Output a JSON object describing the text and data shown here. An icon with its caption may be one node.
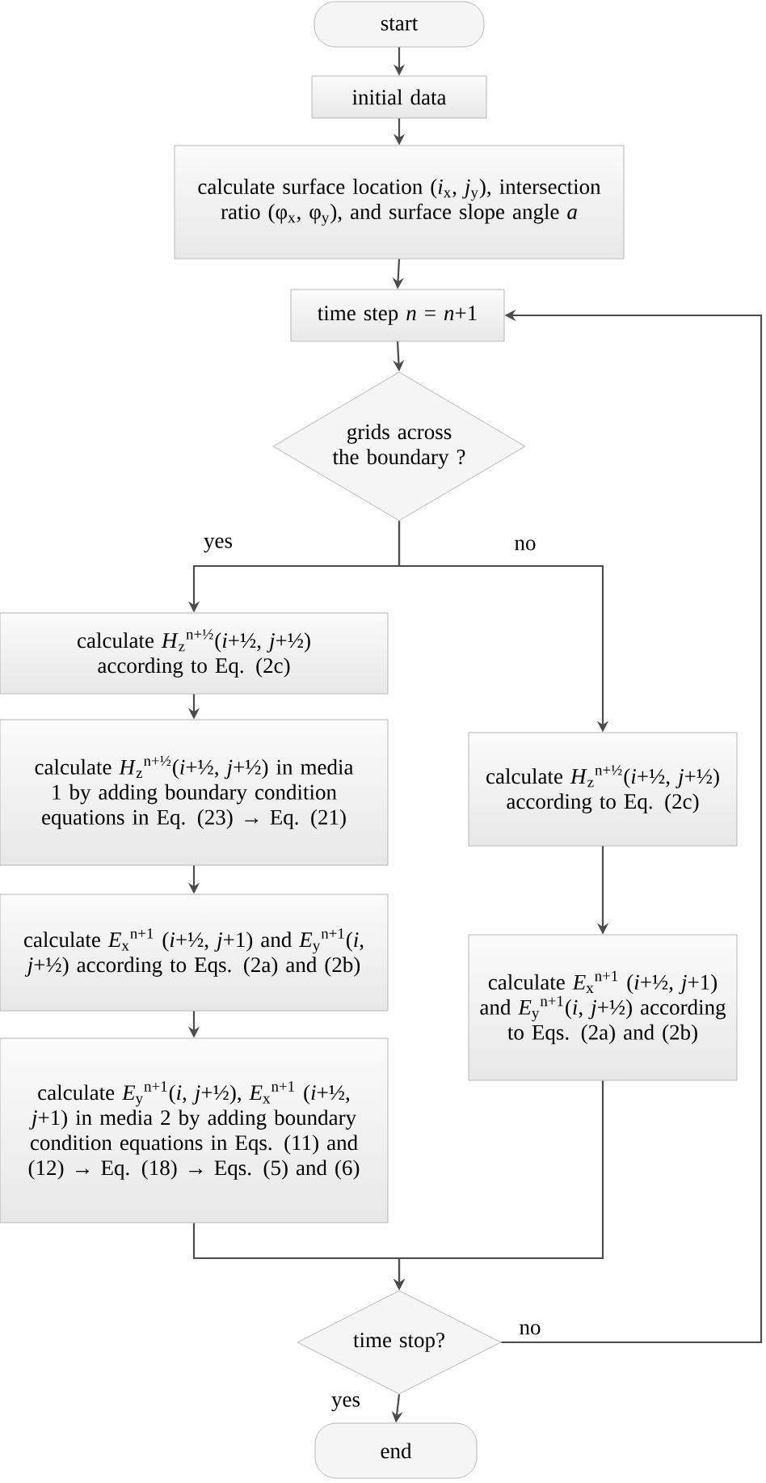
{
  "diagram": {
    "nodes": [
      {
        "text": [
          "start"
        ]
      },
      {
        "text": [
          "initial data"
        ]
      },
      {
        "text": [
          "calculate surface location (*i*$_{x}$, *j*$_{y}$), intersection ratio (φ$_{x}$, φ$_{y}$), and surface slope angle *a*"
        ]
      },
      {
        "text": [
          "time step *n* = *n*+1"
        ]
      },
      {
        "text": [
          "grids across the boundary ?"
        ]
      },
      {
        "text": [
          "calculate *H*$_{z}$$^{n+½}$(*i*+½, *j*+½) according to Eq. (2c)"
        ]
      },
      {
        "text": [
          "calculate *H*$_{z}$$^{n+½}$(*i*+½, *j*+½) in media 1 by adding boundary condition equations in Eq. (23) → Eq. (21)"
        ]
      },
      {
        "text": [
          "calculate *E*$_{x}$$^{n+1}$ (*i*+½, *j*+1) and *E*$_{y}$$^{n+1}$(*i*, *j*+½) according to Eqs. (2a) and (2b)"
        ]
      },
      {
        "text": [
          "calculate *E*$_{y}$$^{n+1}$(*i*, *j*+½), *E*$_{x}$$^{n+1}$ (*i*+½, *j*+1) in media 2 by adding boundary condition equations in Eqs. (11) and (12) → Eq. (18) → Eqs. (5) and (6)"
        ]
      },
      {
        "text": [
          "calculate *H*$_{z}$$^{n+½}$(*i*+½, *j*+½) according to Eq. (2c)"
        ]
      },
      {
        "text": [
          "calculate *E*$_{x}$$^{n+1}$ (*i*+½, *j*+1) and *E*$_{y}$$^{n+1}$(*i*, *j*+½) according to Eqs. (2a) and (2b)"
        ]
      },
      {
        "text": [
          "time stop?"
        ]
      },
      {
        "text": [
          "end"
        ]
      }
    ],
    "edges": [
      {
        "from": 0,
        "to": 1,
        "arrow": "to"
      },
      {
        "from": 1,
        "to": 2,
        "arrow": "to"
      },
      {
        "from": 2,
        "to": 3,
        "arrow": "to"
      },
      {
        "from": 3,
        "to": 4,
        "arrow": "to"
      },
      {
        "from": 4,
        "to": 5,
        "arrow": "to",
        "label": "yes"
      },
      {
        "from": 4,
        "to": 9,
        "arrow": "to",
        "label": "no"
      },
      {
        "from": 5,
        "to": 6,
        "arrow": "to"
      },
      {
        "from": 6,
        "to": 7,
        "arrow": "to"
      },
      {
        "from": 7,
        "to": 8,
        "arrow": "to"
      },
      {
        "from": 9,
        "to": 10,
        "arrow": "to"
      },
      {
        "from": 8,
        "to": 11,
        "arrow": "to"
      },
      {
        "from": 10,
        "to": 11,
        "arrow": "to"
      },
      {
        "from": 11,
        "to": 3,
        "arrow": "to",
        "label": "no"
      },
      {
        "from": 11,
        "to": 12,
        "arrow": "to",
        "label": "yes"
      }
    ]
  }
}
